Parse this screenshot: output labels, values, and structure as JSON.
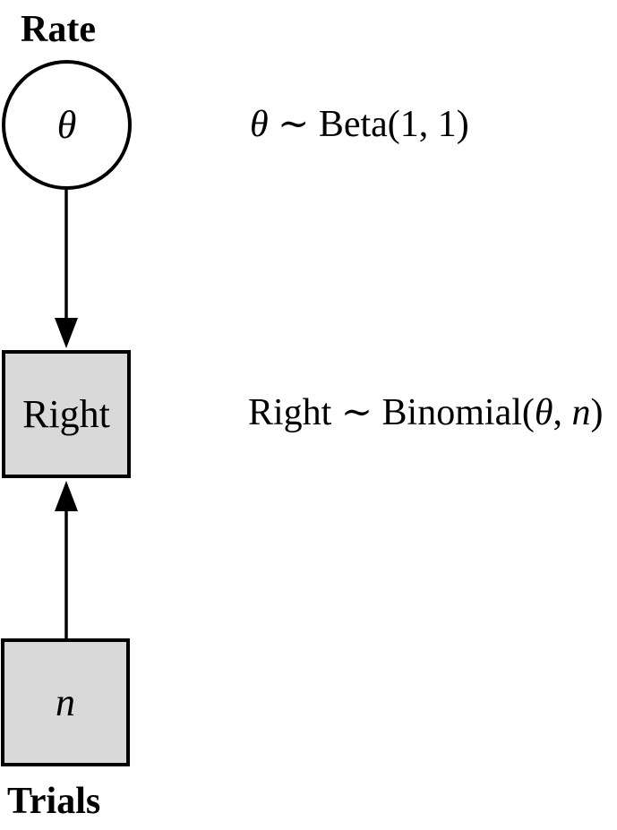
{
  "diagram": {
    "top_label": "Rate",
    "bottom_label": "Trials",
    "nodes": {
      "theta": {
        "label": "θ",
        "shape": "circle",
        "observed": false
      },
      "right": {
        "label": "Right",
        "shape": "square",
        "observed": true
      },
      "n": {
        "label": "n",
        "shape": "square",
        "observed": true
      }
    },
    "edges": [
      {
        "from": "theta",
        "to": "right",
        "direction": "down"
      },
      {
        "from": "n",
        "to": "right",
        "direction": "up"
      }
    ],
    "formulas": [
      {
        "name": "theta-prior",
        "full_text": "θ ∼ Beta(1, 1)",
        "parts": [
          {
            "text": "θ",
            "style": "italic"
          },
          {
            "text": " ∼ Beta(1, 1)",
            "style": "roman"
          }
        ]
      },
      {
        "name": "right-likelihood",
        "full_text": "Right ∼ Binomial(θ, n)",
        "parts": [
          {
            "text": "Right ∼ Binomial(",
            "style": "roman"
          },
          {
            "text": "θ",
            "style": "italic"
          },
          {
            "text": ", ",
            "style": "roman"
          },
          {
            "text": "n",
            "style": "italic"
          },
          {
            "text": ")",
            "style": "roman"
          }
        ]
      }
    ],
    "colors": {
      "background": "#ffffff",
      "stroke": "#000000",
      "observed_node_fill": "#d9d9d9",
      "latent_node_fill": "#ffffff",
      "text": "#000000"
    }
  }
}
